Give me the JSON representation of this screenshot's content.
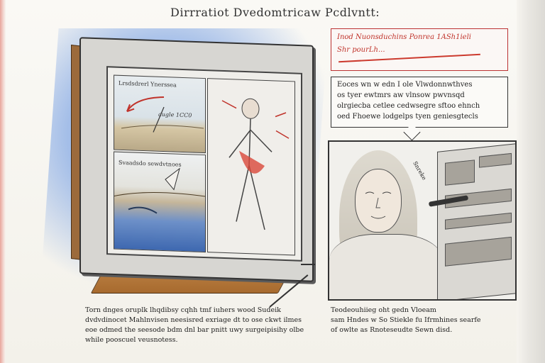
{
  "title": "Dirrratiot Dvedomtricaw Pcdlvntt:",
  "monitor": {
    "pane_a_label": "Lrsdsdrerl Ynerssea",
    "pane_a_annotation": "augle 1CC0",
    "pane_b_label": "Svaadsdo sewdvtnoes",
    "pane_c_label": ""
  },
  "callout": {
    "line1": "Inod Nuonsduchins Ponrea 1ASh1ieli",
    "line2": "Shr pourLh..."
  },
  "description": {
    "lines": [
      "Eoces wn w edn I ole Vlwdonnwthves",
      "os tyer ewtmrs aw vlnsow pwvnsqd",
      "olrgiecba cetlee cedwsegre sftoo ehnch",
      "oed Fhoewe lodgelps tyen geniesgtecls"
    ]
  },
  "caption_left": {
    "lines": [
      "Torn dnges oruplk lhqdibsy cqhh tmf iuhers wood Sudeik",
      "dvdvdinocet Mahlnvisen neesisred exriage dt to ose ckwt ilmes",
      "eoe odmed the seesode bdm dnl bar pnitt uwy surgeipisihy olbe",
      "while pooscuel veusnotess."
    ]
  },
  "caption_right": {
    "lines": [
      "Teodeouhiieg oht gedn Vloeam",
      "sam Hndes w So Stiekle fu Ifrmhines searfe",
      "of owlte as Rnoteseudte Sewn disd."
    ]
  },
  "portrait_side_text": "Snreke",
  "colors": {
    "accent_red": "#c0332b",
    "wall_blue": "#6e93d6",
    "wood": "#a76a2e"
  }
}
